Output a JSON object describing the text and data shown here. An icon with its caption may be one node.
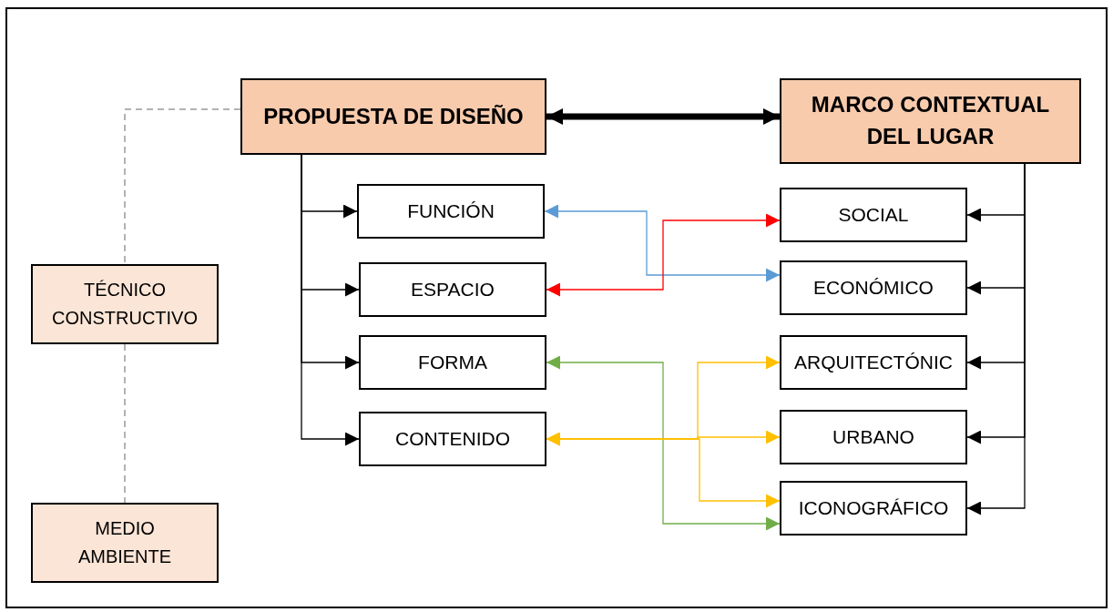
{
  "diagram": {
    "nodes": [
      {
        "text": [
          "PROPUESTA DE DISEÑO"
        ]
      },
      {
        "text": [
          "MARCO CONTEXTUAL DEL LUGAR"
        ]
      },
      {
        "text": [
          "FUNCIÓN"
        ]
      },
      {
        "text": [
          "ESPACIO"
        ]
      },
      {
        "text": [
          "FORMA"
        ]
      },
      {
        "text": [
          "CONTENIDO"
        ]
      },
      {
        "text": [
          "SOCIAL"
        ]
      },
      {
        "text": [
          "ECONÓMICO"
        ]
      },
      {
        "text": [
          "ARQUITECTÓNIC"
        ]
      },
      {
        "text": [
          "URBANO"
        ]
      },
      {
        "text": [
          "ICONOGRÁFICO"
        ]
      },
      {
        "text": [
          "TÉCNICO CONSTRUCTIVO"
        ]
      },
      {
        "text": [
          "MEDIO AMBIENTE"
        ]
      }
    ],
    "edges": [
      {
        "from": 0,
        "to": 1,
        "arrow": "both",
        "style": "thick"
      },
      {
        "from": 0,
        "to": 2,
        "arrow": "to"
      },
      {
        "from": 0,
        "to": 3,
        "arrow": "to"
      },
      {
        "from": 0,
        "to": 4,
        "arrow": "to"
      },
      {
        "from": 0,
        "to": 5,
        "arrow": "to"
      },
      {
        "from": 1,
        "to": 6,
        "arrow": "to"
      },
      {
        "from": 1,
        "to": 7,
        "arrow": "to"
      },
      {
        "from": 1,
        "to": 8,
        "arrow": "to"
      },
      {
        "from": 1,
        "to": 9,
        "arrow": "to"
      },
      {
        "from": 1,
        "to": 10,
        "arrow": "to"
      },
      {
        "from": 2,
        "to": 7,
        "arrow": "both",
        "color": "#5b9bd5"
      },
      {
        "from": 3,
        "to": 6,
        "arrow": "both",
        "color": "#ff0000"
      },
      {
        "from": 4,
        "to": 10,
        "arrow": "both",
        "color": "#70ad47"
      },
      {
        "from": 5,
        "to": 8,
        "arrow": "both",
        "color": "#ffc000"
      },
      {
        "from": 5,
        "to": 9,
        "arrow": "both",
        "color": "#ffc000"
      },
      {
        "from": 5,
        "to": 10,
        "arrow": "both",
        "color": "#ffc000"
      },
      {
        "from": 0,
        "to": 11,
        "arrow": "none",
        "style": "dashed",
        "color": "#999999"
      },
      {
        "from": 11,
        "to": 12,
        "arrow": "none",
        "style": "dashed",
        "color": "#999999"
      }
    ]
  }
}
